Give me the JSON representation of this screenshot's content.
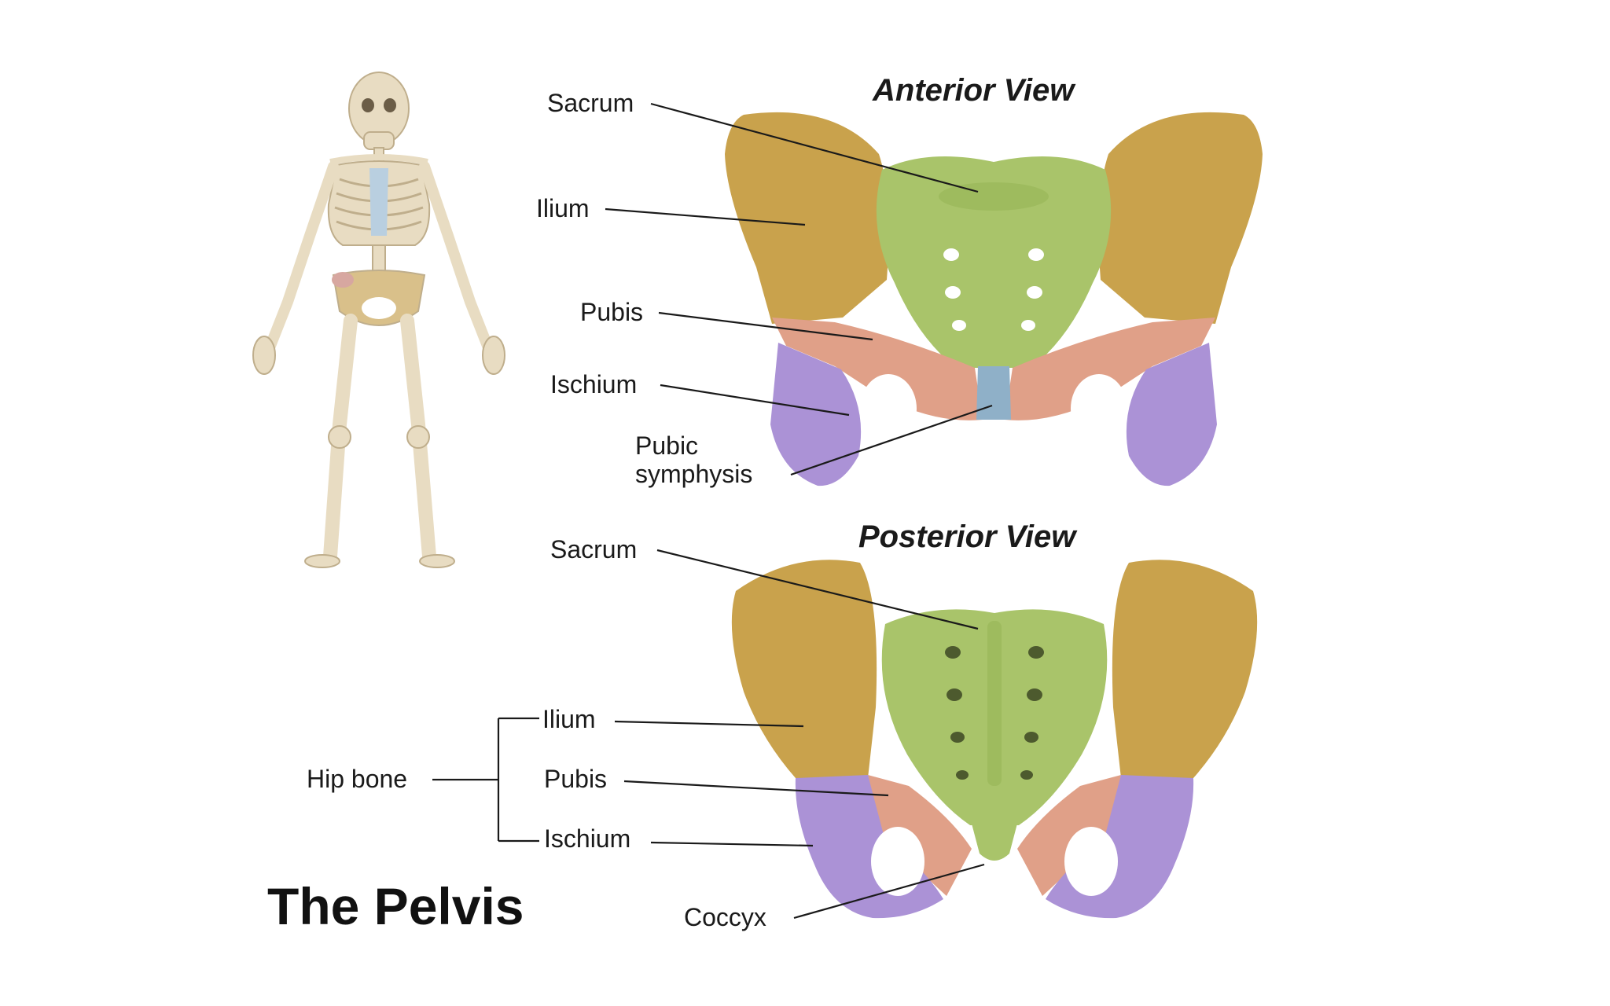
{
  "title": "The Pelvis",
  "anterior": {
    "title": "Anterior View",
    "labels": {
      "sacrum": "Sacrum",
      "ilium": "Ilium",
      "pubis": "Pubis",
      "ischium": "Ischium",
      "symphysis_1": "Pubic",
      "symphysis_2": "symphysis"
    }
  },
  "posterior": {
    "title": "Posterior View",
    "labels": {
      "sacrum": "Sacrum",
      "ilium": "Ilium",
      "pubis": "Pubis",
      "ischium": "Ischium",
      "hip_bone": "Hip bone",
      "coccyx": "Coccyx"
    }
  },
  "colors": {
    "ilium": "#c9a24c",
    "sacrum": "#a9c46a",
    "pubis": "#e0a088",
    "ischium": "#ab92d6",
    "symphysis": "#8fb0c8",
    "bone": "#e8dcc2"
  }
}
